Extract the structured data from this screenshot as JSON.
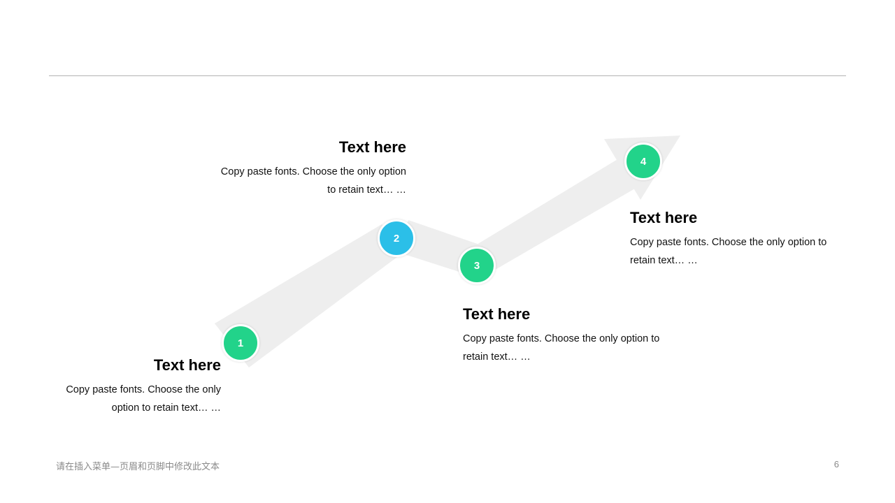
{
  "colors": {
    "green": "#22d38a",
    "blue": "#2bbfe8",
    "arrow": "#eeeeee",
    "rule": "#b3b3b3"
  },
  "steps": [
    {
      "number": "1",
      "color": "#22d38a",
      "title": "Text here",
      "text_line1": "Copy paste fonts. Choose the only",
      "text_line2": "option to retain text… …"
    },
    {
      "number": "2",
      "color": "#2bbfe8",
      "title": "Text here",
      "text_line1": "Copy paste fonts. Choose the only option",
      "text_line2": "to retain text… …"
    },
    {
      "number": "3",
      "color": "#22d38a",
      "title": "Text here",
      "text_line1": "Copy paste fonts. Choose the only option to",
      "text_line2": "retain text… …"
    },
    {
      "number": "4",
      "color": "#22d38a",
      "title": "Text here",
      "text_line1": "Copy paste fonts. Choose the only option to",
      "text_line2": "retain text… …"
    }
  ],
  "footer": {
    "note": "请在插入菜单—页眉和页脚中修改此文本",
    "page_number": "6"
  }
}
